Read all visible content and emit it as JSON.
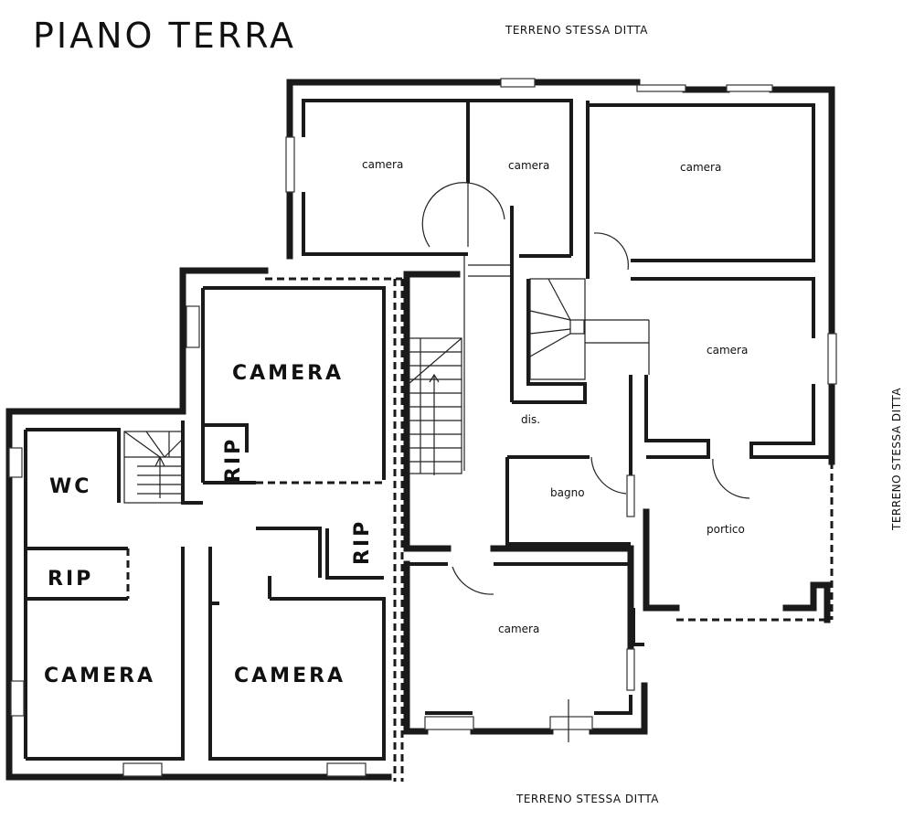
{
  "title": "PIANO TERRA",
  "boundary": {
    "top": "TERRENO STESSA DITTA",
    "right": "TERRENO STESSA DITTA",
    "bottom": "TERRENO STESSA DITTA"
  },
  "rooms": {
    "camera_tl": "camera",
    "camera_tc": "camera",
    "camera_tr": "camera",
    "camera_mr": "camera",
    "dis": "dis.",
    "bagno": "bagno",
    "portico": "portico",
    "camera_bc": "camera",
    "camera_big_1": "CAMERA",
    "camera_big_2": "CAMERA",
    "camera_big_3": "CAMERA",
    "wc": "WC",
    "rip_1": "RIP",
    "rip_2": "RIP",
    "rip_3": "RIP"
  }
}
